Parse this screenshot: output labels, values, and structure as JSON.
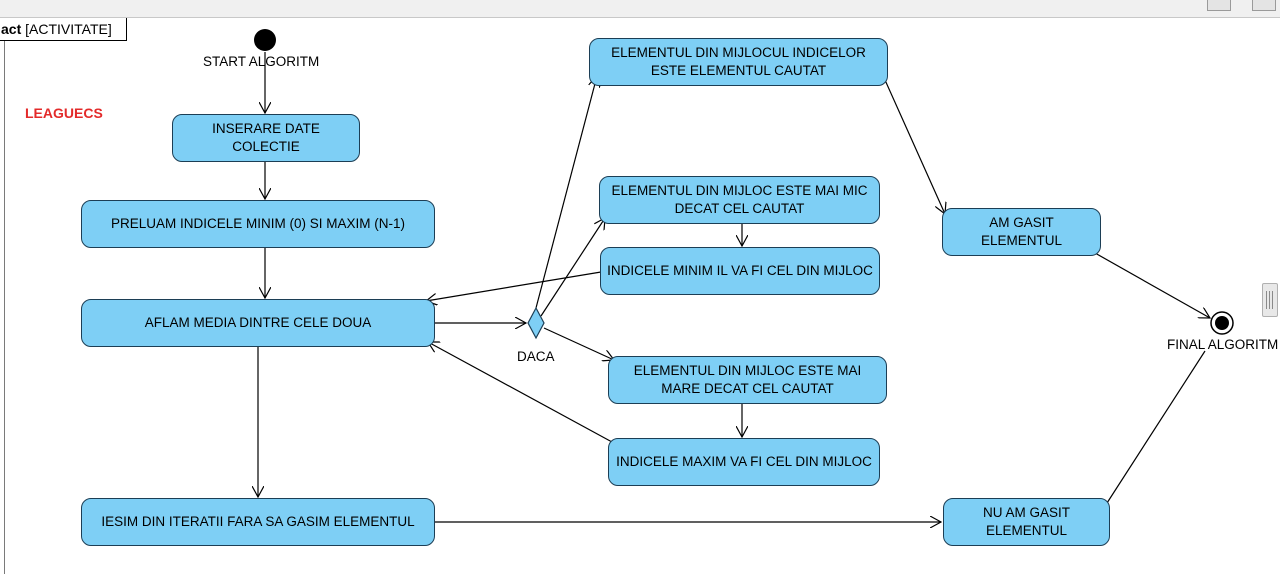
{
  "frame": {
    "keyword": "act",
    "name": "[ACTIVITATE]"
  },
  "logo": "LEAGUECS",
  "start_label": "START ALGORITM",
  "final_label": "FINAL ALGORITM",
  "decision_label": "DACA",
  "nodes": {
    "insert": "INSERARE DATE COLECTIE",
    "take_indexes": "PRELUAM INDICELE MINIM (0) SI MAXIM (N-1)",
    "average": "AFLAM MEDIA DINTRE CELE DOUA",
    "exit_loop": "IESIM DIN ITERATII FARA SA GASIM ELEMENTUL",
    "middle_is_target": "ELEMENTUL DIN MIJLOCUL INDICELOR ESTE ELEMENTUL CAUTAT",
    "middle_smaller": "ELEMENTUL DIN MIJLOC ESTE MAI MIC DECAT CEL CAUTAT",
    "min_becomes_middle": "INDICELE MINIM IL VA FI CEL DIN MIJLOC",
    "middle_greater": "ELEMENTUL DIN MIJLOC ESTE MAI MARE DECAT CEL CAUTAT",
    "max_becomes_middle": "INDICELE MAXIM VA FI CEL DIN MIJLOC",
    "found": "AM GASIT ELEMENTUL",
    "not_found": "NU AM GASIT ELEMENTUL"
  },
  "colors": {
    "node_fill": "#7ecff5",
    "node_border": "#1c3e55",
    "logo": "#e32a2a"
  }
}
